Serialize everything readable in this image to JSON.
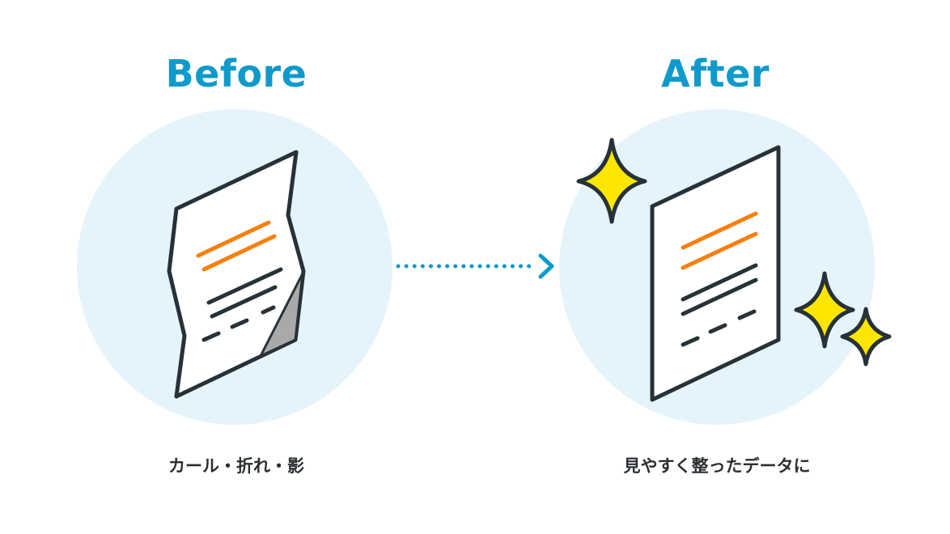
{
  "before": {
    "title": "Before",
    "caption": "カール・折れ・影"
  },
  "after": {
    "title": "After",
    "caption": "見やすく整ったデータに"
  },
  "colors": {
    "heading": "#0f9acb",
    "circle": "#e4f4fa",
    "outline": "#263238",
    "text_line_accent": "#f77f0c",
    "sparkle": "#ffe600",
    "shadow": "#a9a9a9",
    "arrow": "#0f9acb"
  }
}
